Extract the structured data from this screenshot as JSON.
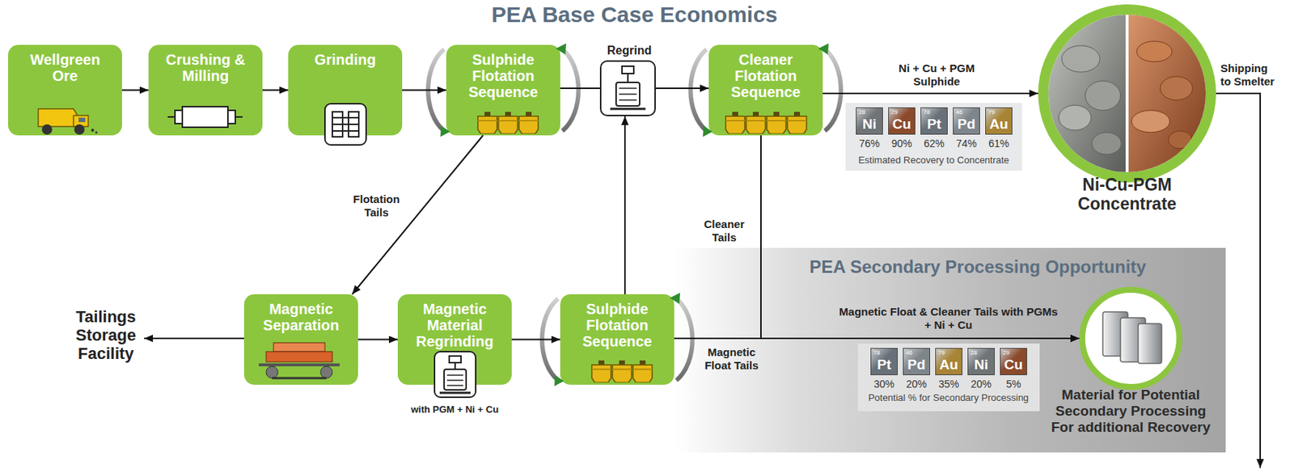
{
  "diagram": {
    "title": "PEA Base Case Economics",
    "nodes": [
      {
        "text": [
          "Wellgreen Ore"
        ]
      },
      {
        "text": [
          "Crushing & Milling"
        ]
      },
      {
        "text": [
          "Grinding"
        ]
      },
      {
        "text": [
          "Sulphide Flotation Sequence"
        ]
      },
      {
        "text": [
          "Regrind"
        ]
      },
      {
        "text": [
          "Cleaner Flotation Sequence"
        ]
      },
      {
        "text": [
          "Ni-Cu-PGM Concentrate"
        ]
      },
      {
        "text": [
          "Tailings Storage Facility"
        ]
      },
      {
        "text": [
          "Magnetic Separation"
        ]
      },
      {
        "text": [
          "Magnetic Material Regrinding",
          "with PGM + Ni + Cu"
        ]
      },
      {
        "text": [
          "Sulphide Flotation Sequence"
        ]
      },
      {
        "text": [
          "PEA Secondary Processing Opportunity"
        ]
      },
      {
        "text": [
          "Material for Potential Secondary Processing For additional Recovery"
        ],
        "in": 11
      }
    ],
    "edges": [
      {
        "from": 0,
        "to": 1,
        "arrow": "to"
      },
      {
        "from": 1,
        "to": 2,
        "arrow": "to"
      },
      {
        "from": 2,
        "to": 3,
        "arrow": "to"
      },
      {
        "from": 3,
        "to": 4,
        "arrow": "none"
      },
      {
        "from": 4,
        "to": 5,
        "arrow": "to"
      },
      {
        "from": 5,
        "to": 6,
        "label": "Ni + Cu + PGM Sulphide",
        "arrow": "to"
      },
      {
        "from": 3,
        "to": 8,
        "label": "Flotation Tails",
        "arrow": "to"
      },
      {
        "from": 8,
        "to": 7,
        "arrow": "to"
      },
      {
        "from": 8,
        "to": 9,
        "arrow": "to"
      },
      {
        "from": 9,
        "to": 10,
        "arrow": "to"
      },
      {
        "from": 10,
        "to": 4,
        "arrow": "to"
      },
      {
        "from": 5,
        "to": 12,
        "label": "Cleaner Tails",
        "arrow": "to"
      },
      {
        "from": 10,
        "to": 12,
        "label": "Magnetic Float Tails",
        "arrow": "to"
      }
    ],
    "labels": [
      "Shipping to Smelter",
      "28",
      "Ni",
      "76%",
      "29",
      "Cu",
      "90%",
      "78",
      "Pt",
      "62%",
      "46",
      "Pd",
      "74%",
      "79",
      "Au",
      "61%",
      "Estimated Recovery to Concentrate",
      "Magnetic Float & Cleaner Tails with PGMs + Ni + Cu",
      "78",
      "Pt",
      "30%",
      "46",
      "Pd",
      "20%",
      "79",
      "Au",
      "35%",
      "28",
      "Ni",
      "20%",
      "29",
      "Cu",
      "5%",
      "Potential % for Secondary Processing"
    ]
  }
}
